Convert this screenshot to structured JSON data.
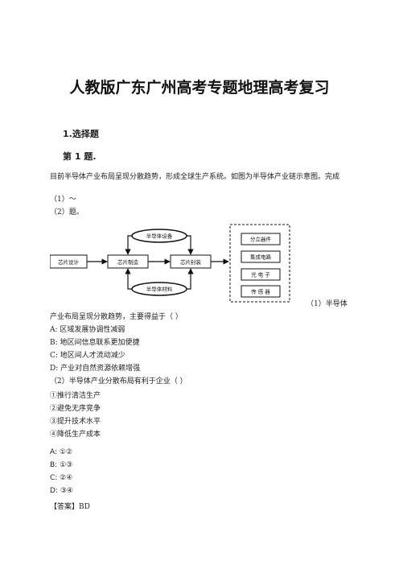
{
  "doc": {
    "title": "人教版广东广州高考专题地理高考复习",
    "section": "1.选择题",
    "question_no": "第 1 题.",
    "intro": "目前半导体产业布局呈现分散趋势，形成全球生产系统。如图为半导体产业链示意图。完成",
    "intro_sub1": "（1）～",
    "intro_sub2": "（2）题。",
    "q1_lead": "（1）半导体",
    "q1_text": "产业布局呈现分散趋势，主要得益于（ ）",
    "q1_options": [
      "A: 区域发展协调性减弱",
      "B: 地区间信息联系更加便捷",
      "C: 地区间人才流动减少",
      "D: 产业对自然资源依赖增强"
    ],
    "q2_text": "（2）半导体产业分散布局有利于企业（ ）",
    "q2_items": [
      "①推行清洁生产",
      "②避免无序竞争",
      "③提升技术水平",
      "④降低生产成本"
    ],
    "q2_options": [
      "A: ①②",
      "B: ①③",
      "C: ②④",
      "D: ③④"
    ],
    "answer": "【答案】BD"
  },
  "diagram": {
    "chip_design": "芯片设计",
    "chip_manufacture": "芯片制造",
    "chip_package": "芯片封装",
    "equipment": "半导体设备",
    "materials": "半导体材料",
    "products": [
      "分立器件",
      "集成电路",
      "光 电 子",
      "传 感 器"
    ]
  }
}
